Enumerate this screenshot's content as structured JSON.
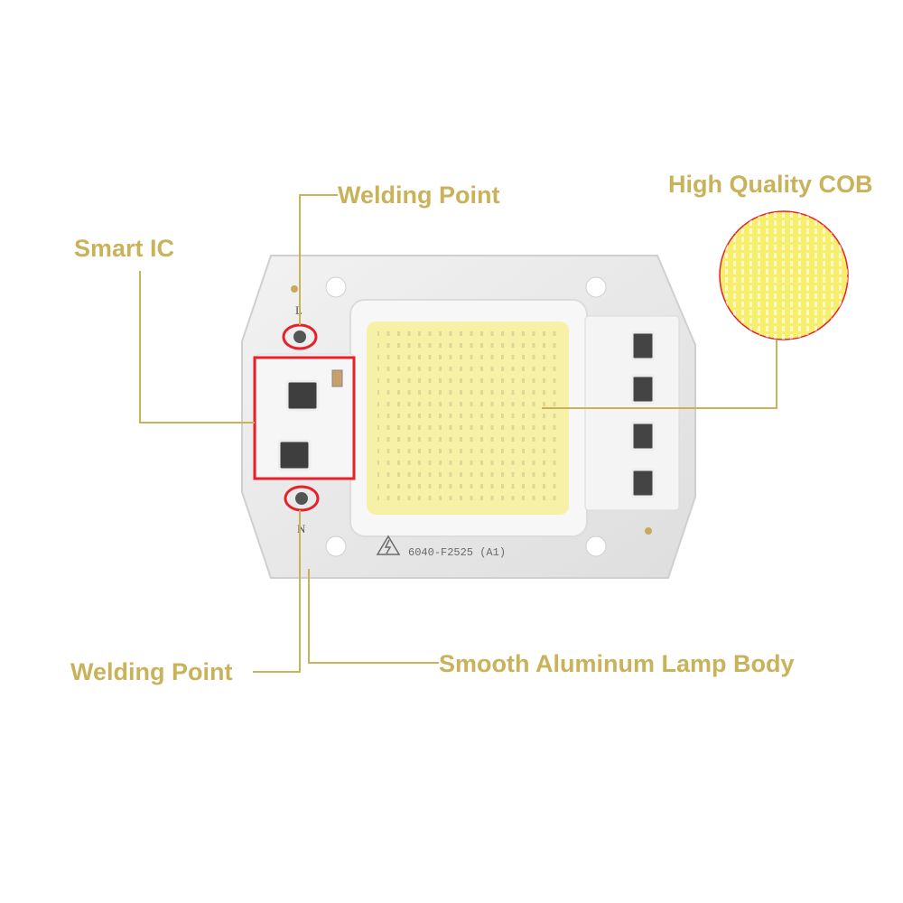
{
  "labels": {
    "welding_point_top": "Welding Point",
    "smart_ic": "Smart IC",
    "high_quality_cob": "High Quality COB",
    "welding_point_bottom": "Welding Point",
    "lamp_body": "Smooth Aluminum Lamp Body"
  },
  "board": {
    "part_number": "6040-F2525 (A1)",
    "pad_top": "L",
    "pad_bottom": "N"
  },
  "colors": {
    "label": "#c8b25a",
    "leader_line": "#c8b25a",
    "highlight": "#e8202a",
    "board": "#ebebeb",
    "phosphor": "#f7f1a8"
  }
}
